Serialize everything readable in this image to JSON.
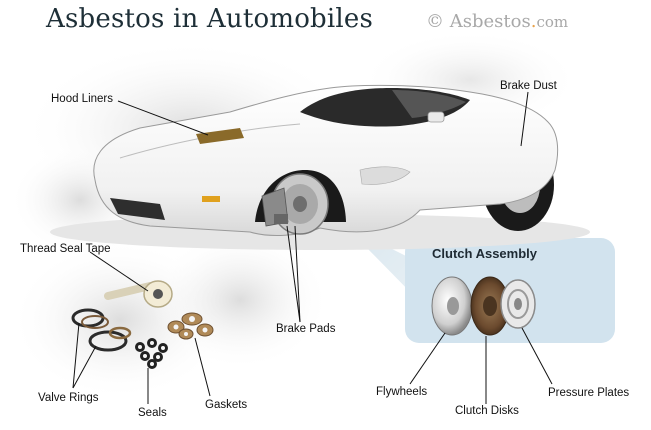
{
  "title": "Asbestos in Automobiles",
  "copyright": {
    "symbol": "©",
    "name": "Asbestos",
    "dot": ".",
    "tld": "com"
  },
  "labels": {
    "hood_liners": "Hood Liners",
    "brake_dust": "Brake Dust",
    "thread_seal_tape": "Thread Seal Tape",
    "brake_pads": "Brake Pads",
    "valve_rings": "Valve Rings",
    "seals": "Seals",
    "gaskets": "Gaskets",
    "flywheels": "Flywheels",
    "clutch_disks": "Clutch Disks",
    "pressure_plates": "Pressure Plates"
  },
  "clutch_assembly": {
    "title": "Clutch Assembly"
  },
  "colors": {
    "title": "#1e2f37",
    "copyright": "#a8a8a8",
    "copyright_dot": "#e8a24a",
    "clutch_panel": "#d2e3ee",
    "car_body": "#f7f7f7",
    "hood_liner": "#8a6a2a",
    "clutch_disk": "#6b4a2e"
  }
}
